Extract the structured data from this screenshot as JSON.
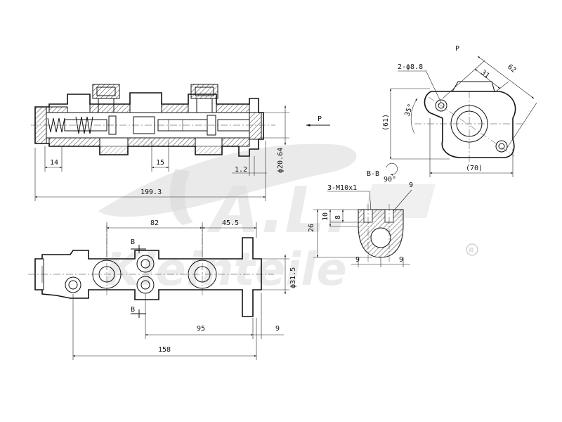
{
  "watermark": {
    "brand": "A.L.",
    "text": "Kleinteile",
    "mark": "R"
  },
  "side_view": {
    "dims": {
      "d14": "14",
      "d15": "15",
      "d1_2": "1.2",
      "phi20_64": "ϕ20.64",
      "total": "199.3"
    },
    "arrow_label": "P"
  },
  "top_view": {
    "dims": {
      "d82": "82",
      "d45_5": "45.5",
      "phi31_5": "ϕ31.5",
      "d95": "95",
      "d9": "9",
      "d158": "158"
    },
    "section_marks": [
      "B",
      "B"
    ]
  },
  "flange_view": {
    "title": "P",
    "holes": "2-ϕ8.8",
    "d31": "31",
    "d62": "62",
    "angle": "35°",
    "d61": "(61)",
    "d70": "(70)"
  },
  "section_bb": {
    "title": "B-B",
    "rotation": "90°",
    "thread": "3-M10x1",
    "d9_top": "9",
    "d10": "10",
    "d8": "8",
    "d26": "26",
    "d9_left": "9",
    "d9_right": "9"
  }
}
